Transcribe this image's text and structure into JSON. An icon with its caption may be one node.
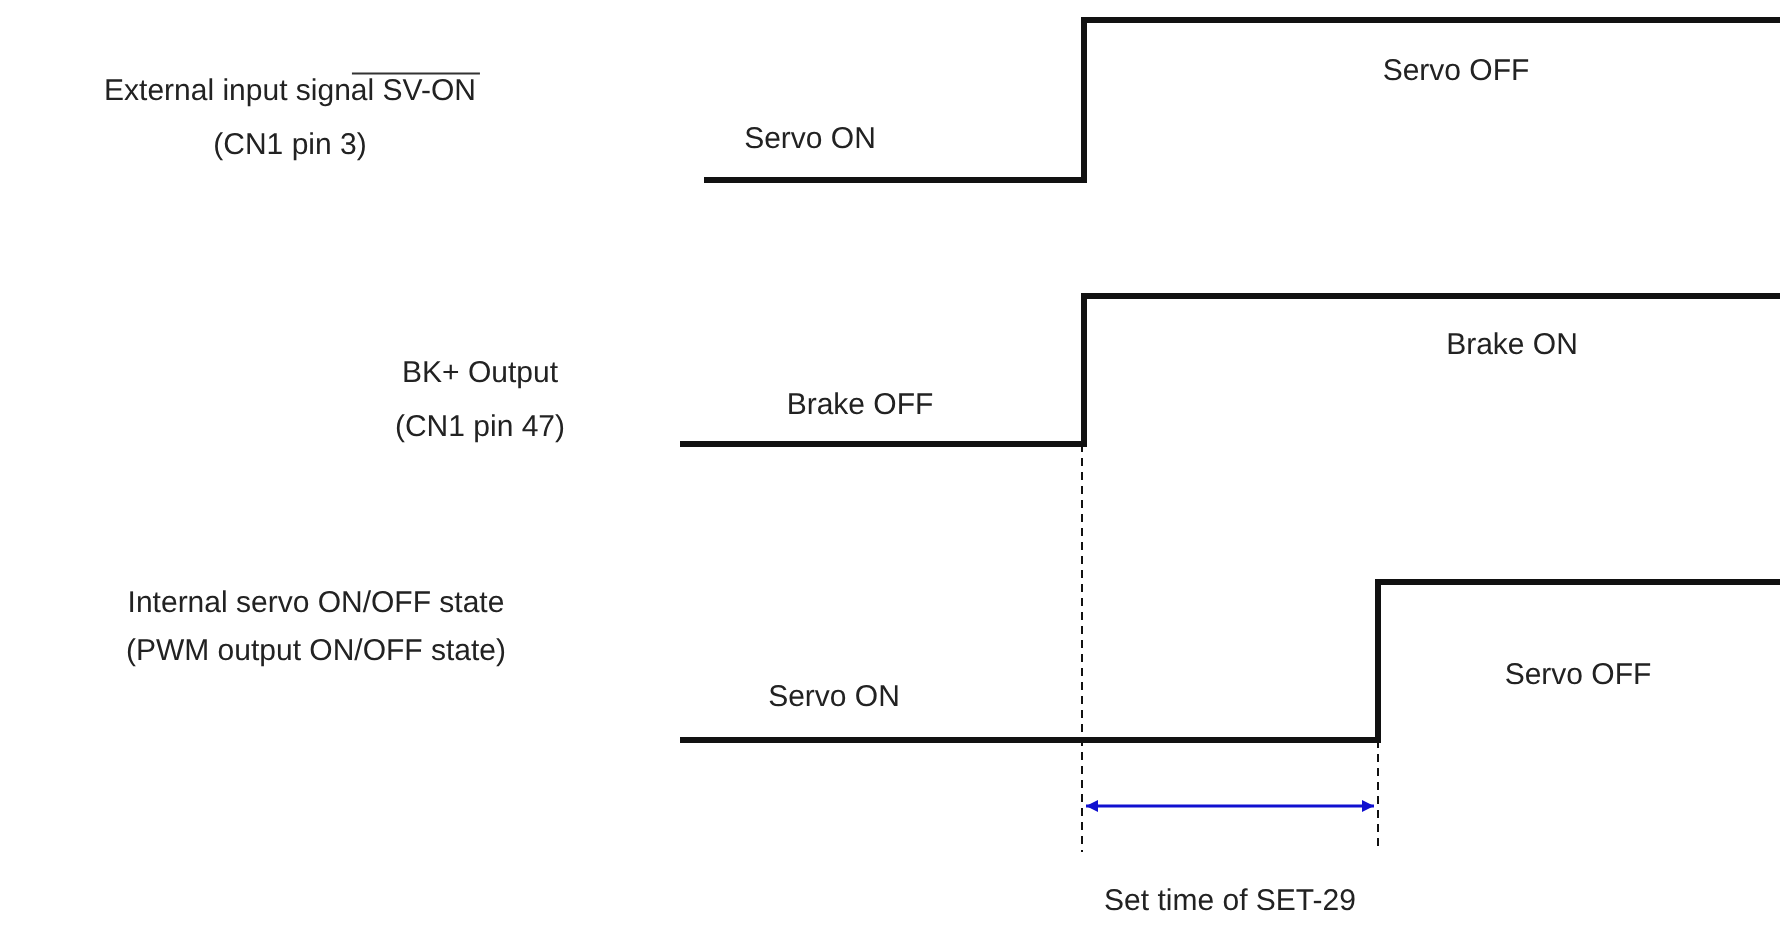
{
  "diagram": {
    "labels": [
      "External input signal SV-ON",
      "(CN1 pin 3)",
      "Servo OFF",
      "Servo ON",
      "BK+ Output",
      "(CN1 pin 47)",
      "Brake ON",
      "Brake OFF",
      "Internal servo ON/OFF state",
      "(PWM output ON/OFF state)",
      "Servo ON",
      "Servo OFF",
      "Set time of SET-29"
    ]
  }
}
